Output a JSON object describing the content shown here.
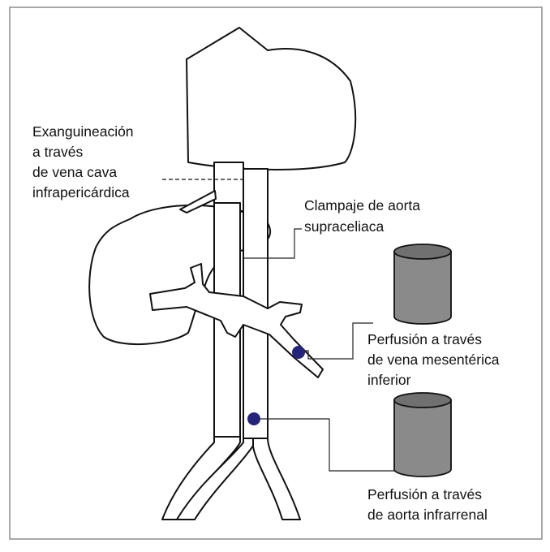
{
  "labels": {
    "exsanguination": [
      "Exanguineación",
      "a través",
      "de vena cava",
      "infrapericárdica"
    ],
    "clamp": [
      "Clampaje de aorta",
      "supraceliaca"
    ],
    "mesenteric": [
      "Perfusión a través",
      "de vena mesentérica",
      "inferior"
    ],
    "aortic": [
      "Perfusión a través",
      "de aorta infrarrenal"
    ]
  },
  "colors": {
    "perfusion_dot": "#26237a",
    "reservoir_fill": "#8a8a8a",
    "reservoir_top": "#707070",
    "frame": "#8c8c8c",
    "line": "#111111"
  }
}
